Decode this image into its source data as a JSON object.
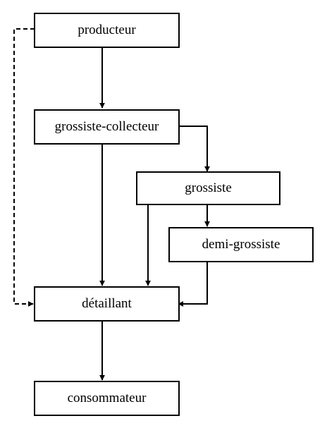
{
  "diagram": {
    "nodes": {
      "producteur": "producteur",
      "grossiste_collecteur": "grossiste-collecteur",
      "grossiste": "grossiste",
      "demi_grossiste": "demi-grossiste",
      "detaillant": "détaillant",
      "consommateur": "consommateur"
    },
    "edges": [
      {
        "from": "producteur",
        "to": "grossiste-collecteur",
        "style": "solid"
      },
      {
        "from": "producteur",
        "to": "détaillant",
        "style": "dashed"
      },
      {
        "from": "grossiste-collecteur",
        "to": "grossiste",
        "style": "solid"
      },
      {
        "from": "grossiste-collecteur",
        "to": "détaillant",
        "style": "solid"
      },
      {
        "from": "grossiste",
        "to": "demi-grossiste",
        "style": "solid"
      },
      {
        "from": "grossiste",
        "to": "détaillant",
        "style": "solid"
      },
      {
        "from": "demi-grossiste",
        "to": "détaillant",
        "style": "solid"
      },
      {
        "from": "détaillant",
        "to": "consommateur",
        "style": "solid"
      }
    ],
    "line_color": "#000000"
  }
}
